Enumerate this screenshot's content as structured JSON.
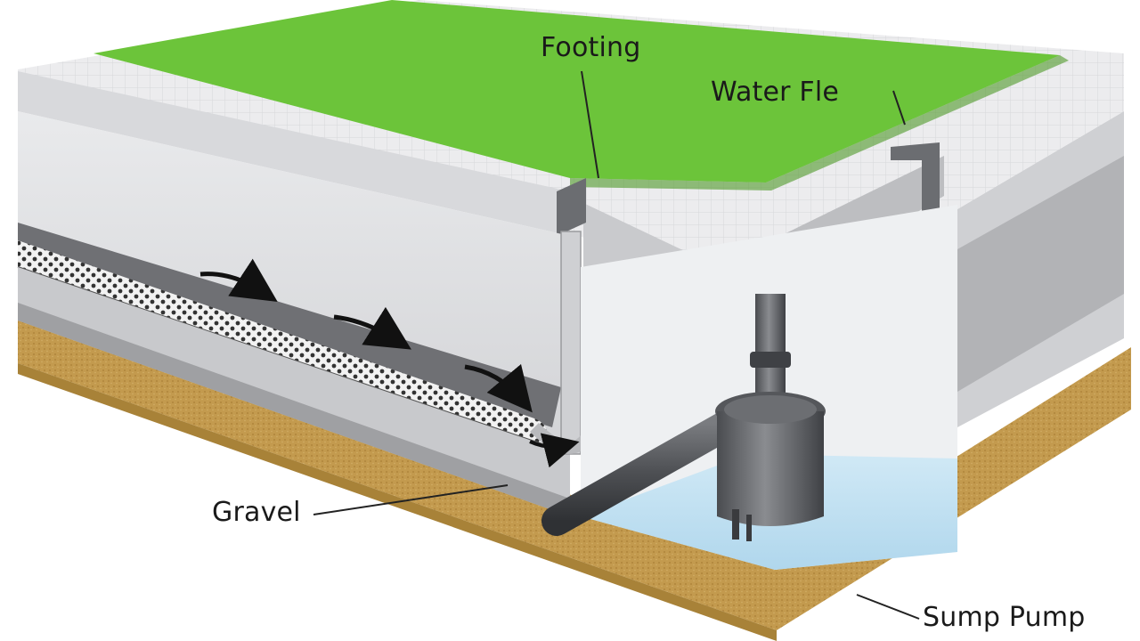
{
  "labels": {
    "footing": "Footing",
    "water_table": "Water Fle",
    "gravel": "Gravel",
    "sump_pump": "Sump Pump"
  },
  "colors": {
    "grass": "#6cc43a",
    "concrete": "#e2e3e5",
    "soil": "#c29a4e",
    "water": "#bfe0f2",
    "pipe": "#5b5d61",
    "gravel_dot": "#3a3a3a"
  }
}
